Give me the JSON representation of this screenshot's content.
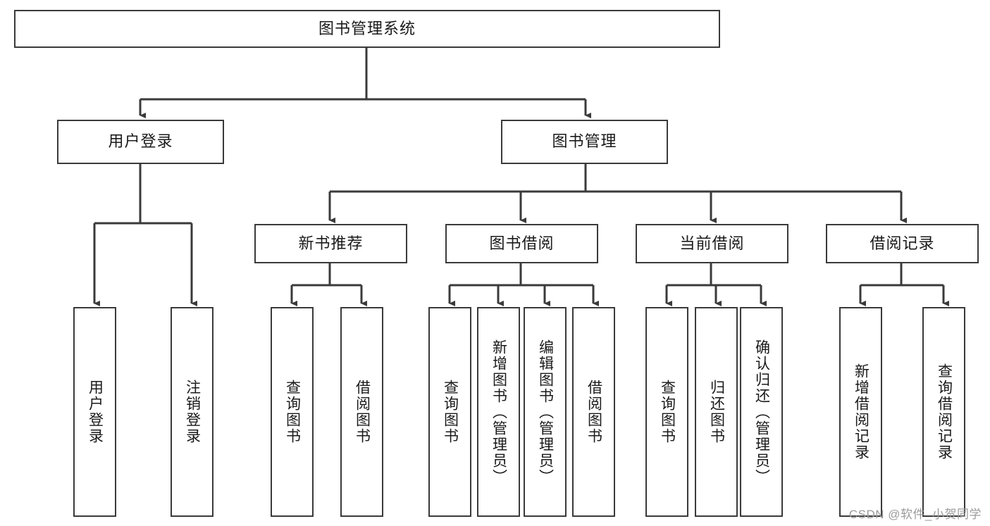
{
  "diagram": {
    "title": "图书管理系统",
    "type": "tree-hierarchy-chart",
    "root": {
      "id": "root",
      "label": "图书管理系统",
      "orientation": "horizontal"
    },
    "level2": [
      {
        "id": "user-login",
        "label": "用户登录",
        "orientation": "horizontal"
      },
      {
        "id": "book-manage",
        "label": "图书管理",
        "orientation": "horizontal"
      }
    ],
    "level3": [
      {
        "id": "new-book-recommend",
        "label": "新书推荐",
        "orientation": "horizontal",
        "parent": "book-manage"
      },
      {
        "id": "book-borrow",
        "label": "图书借阅",
        "orientation": "horizontal",
        "parent": "book-manage"
      },
      {
        "id": "current-borrow",
        "label": "当前借阅",
        "orientation": "horizontal",
        "parent": "book-manage"
      },
      {
        "id": "borrow-record",
        "label": "借阅记录",
        "orientation": "horizontal",
        "parent": "book-manage"
      }
    ],
    "leaves": [
      {
        "id": "leaf-user-login",
        "label": "用户登录",
        "parent": "user-login"
      },
      {
        "id": "leaf-logout-login",
        "label": "注销登录",
        "parent": "user-login"
      },
      {
        "id": "leaf-query-book-1",
        "label": "查询图书",
        "parent": "new-book-recommend"
      },
      {
        "id": "leaf-borrow-book-1",
        "label": "借阅图书",
        "parent": "new-book-recommend"
      },
      {
        "id": "leaf-query-book-2",
        "label": "查询图书",
        "parent": "book-borrow"
      },
      {
        "id": "leaf-add-book",
        "label": "新增图书（管理员）",
        "parent": "book-borrow"
      },
      {
        "id": "leaf-edit-book",
        "label": "编辑图书（管理员）",
        "parent": "book-borrow"
      },
      {
        "id": "leaf-borrow-book-2",
        "label": "借阅图书",
        "parent": "book-borrow"
      },
      {
        "id": "leaf-query-book-3",
        "label": "查询图书",
        "parent": "current-borrow"
      },
      {
        "id": "leaf-return-book",
        "label": "归还图书",
        "parent": "current-borrow"
      },
      {
        "id": "leaf-confirm-return",
        "label": "确认归还（管理员）",
        "parent": "current-borrow"
      },
      {
        "id": "leaf-add-record",
        "label": "新增借阅记录",
        "parent": "borrow-record"
      },
      {
        "id": "leaf-query-record",
        "label": "查询借阅记录",
        "parent": "borrow-record"
      }
    ]
  },
  "watermark": {
    "text": "CSDN @软件_小贺同学"
  },
  "colors": {
    "stroke": "#3a3a3a",
    "text": "#1a1a1a",
    "background": "#ffffff",
    "watermark": "#9b9b9b"
  }
}
